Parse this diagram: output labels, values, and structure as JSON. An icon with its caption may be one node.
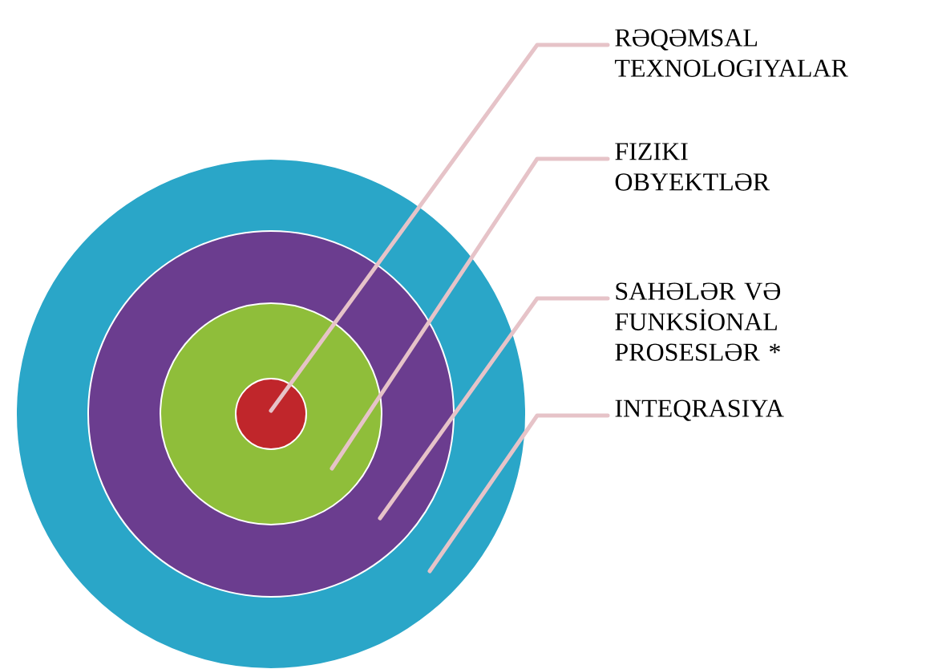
{
  "diagram": {
    "nodes": [
      {
        "text": [],
        "shape": "circle"
      },
      {
        "text": [],
        "shape": "circle",
        "in": 0
      },
      {
        "text": [],
        "shape": "circle",
        "in": 1
      },
      {
        "text": [],
        "shape": "circle",
        "in": 2
      },
      {
        "text": [
          "RƏQƏMSAL TEXNOLOGIYALAR"
        ]
      },
      {
        "text": [
          "FIZIKI OBYEKTLƏR"
        ]
      },
      {
        "text": [
          "SAHƏLƏR VƏ FUNKSİONAL PROSESLƏR *"
        ]
      },
      {
        "text": [
          "INTEQRASIYA"
        ]
      }
    ],
    "edges": [
      {
        "from": 4,
        "to": 3,
        "arrow": "none"
      },
      {
        "from": 5,
        "to": 2,
        "arrow": "none"
      },
      {
        "from": 6,
        "to": 1,
        "arrow": "none"
      },
      {
        "from": 7,
        "to": 0,
        "arrow": "none"
      }
    ]
  }
}
